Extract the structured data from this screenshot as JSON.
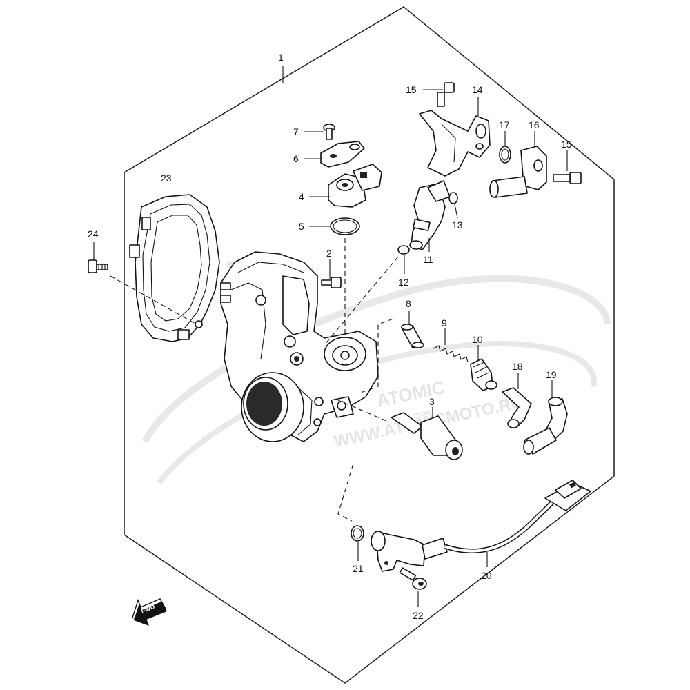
{
  "callouts": [
    "1",
    "2",
    "3",
    "4",
    "5",
    "6",
    "7",
    "8",
    "9",
    "10",
    "11",
    "12",
    "13",
    "14",
    "15",
    "15",
    "16",
    "17",
    "18",
    "19",
    "20",
    "21",
    "22",
    "23",
    "24"
  ],
  "direction_arrow_label": "FWD",
  "watermark": {
    "brand": "ATOMIC",
    "brand_sub": "moto",
    "url": "WWW.ATOMICMOTO.RU"
  }
}
